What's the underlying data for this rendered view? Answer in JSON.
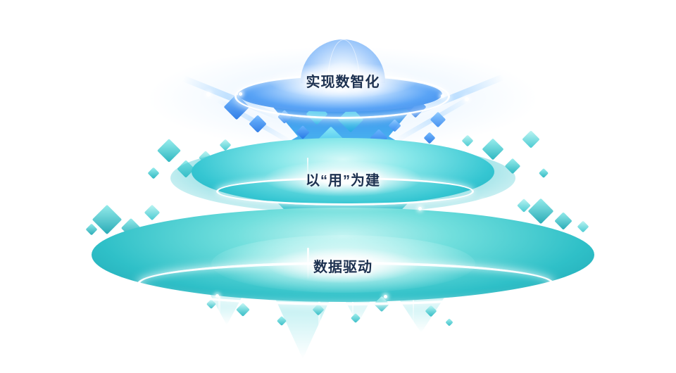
{
  "diagram": {
    "tiers": [
      {
        "id": "top",
        "label": "实现数智化",
        "color": "#2f8ef5"
      },
      {
        "id": "middle",
        "label": "以“用”为建",
        "color": "#2cc9d4"
      },
      {
        "id": "bottom",
        "label": "数据驱动",
        "color": "#2fc6c9"
      }
    ],
    "colors": {
      "primary_blue": "#2f8ef5",
      "cyan": "#45d3e8",
      "teal": "#2fc6c9",
      "glow_white": "#ffffff",
      "label_text": "#1d3150"
    }
  }
}
